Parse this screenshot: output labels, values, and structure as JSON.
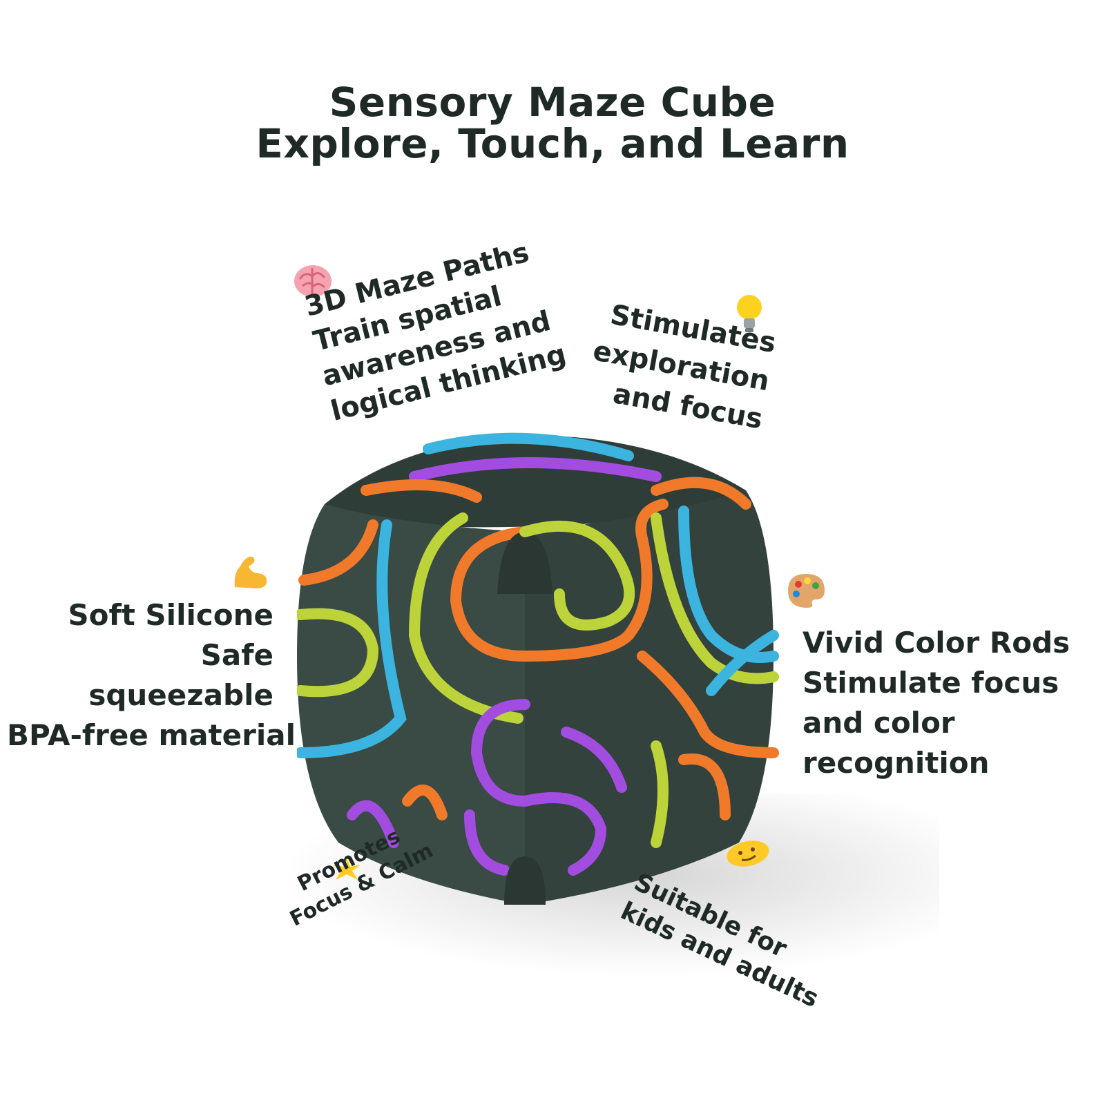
{
  "title": {
    "line1": "Sensory Maze Cube",
    "line2": "Explore, Touch, and Learn"
  },
  "callouts": {
    "maze": {
      "icon": "brain-icon",
      "lines": [
        "3D Maze Paths",
        "Train spatial",
        "awareness and",
        "logical thinking"
      ]
    },
    "explore": {
      "icon": "lightbulb-icon",
      "lines": [
        "Stimulates",
        "exploration",
        "and focus"
      ]
    },
    "silicone": {
      "icon": "flexed-bicep-icon",
      "lines": [
        "Soft Silicone",
        "Safe",
        "squeezable",
        "BPA-free material"
      ]
    },
    "color": {
      "icon": "palette-icon",
      "lines": [
        "Vivid Color Rods",
        "Stimulate focus",
        "and color",
        "recognition"
      ]
    },
    "calm": {
      "icon": "sparkle-icon",
      "lines": [
        "Promotes",
        "Focus & Calm"
      ]
    },
    "ages": {
      "icon": "smiley-icon",
      "lines": [
        "Suitable for",
        "kids and adults"
      ]
    }
  },
  "colors": {
    "cube_body": "#3a4a44",
    "rod_orange": "#f07a2a",
    "rod_blue": "#3cb4e0",
    "rod_lime": "#bcd43a",
    "rod_purple": "#a24de0",
    "text": "#1f2a26"
  }
}
